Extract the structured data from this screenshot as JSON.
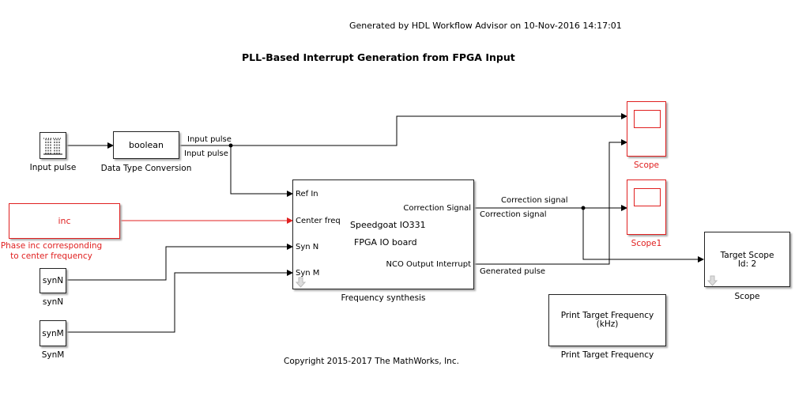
{
  "header": {
    "generated": "Generated by HDL Workflow Advisor on 10-Nov-2016 14:17:01",
    "title": "PLL-Based Interrupt Generation from FPGA Input",
    "copyright": "Copyright 2015-2017 The MathWorks, Inc."
  },
  "colors": {
    "highlight": "#e02020",
    "line": "#000000"
  },
  "blocks": {
    "input_pulse": {
      "caption": "Input pulse",
      "icon": "pulse-generator-icon"
    },
    "dtc": {
      "text": "boolean",
      "caption": "Data Type Conversion"
    },
    "inc": {
      "text": "inc",
      "caption_line1": "Phase inc corresponding",
      "caption_line2": "to center frequency"
    },
    "synN": {
      "text": "synN",
      "caption": "synN"
    },
    "synM": {
      "text": "synM",
      "caption": "SynM"
    },
    "freq_synth": {
      "caption": "Frequency synthesis",
      "line1": "Speedgoat IO331",
      "line2": "FPGA IO board",
      "inports": [
        "Ref In",
        "Center freq",
        "Syn N",
        "Syn M"
      ],
      "outports": [
        "Correction Signal",
        "NCO Output Interrupt"
      ]
    },
    "scope": {
      "caption": "Scope"
    },
    "scope1": {
      "caption": "Scope1"
    },
    "target_scope": {
      "line1": "Target Scope",
      "line2": "Id: 2",
      "caption": "Scope"
    },
    "print_freq": {
      "line1": "Print Target Frequency",
      "line2": "(kHz)",
      "caption": "Print Target Frequency"
    }
  },
  "signals": {
    "input_pulse_a": "Input pulse",
    "input_pulse_b": "Input pulse",
    "correction_a": "Correction signal",
    "correction_b": "Correction signal",
    "generated": "Generated pulse"
  }
}
